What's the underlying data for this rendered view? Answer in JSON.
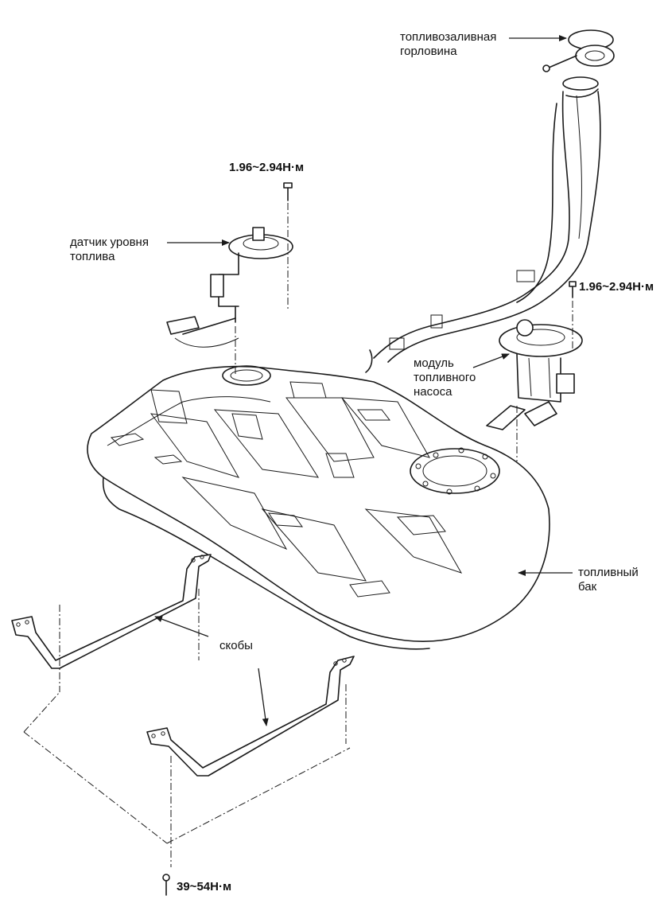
{
  "labels": {
    "filler_neck": [
      "топливозаливная",
      "горловина"
    ],
    "level_sensor": [
      "датчик уровня",
      "топлива"
    ],
    "pump_module": [
      "модуль",
      "топливного",
      "насоса"
    ],
    "fuel_tank": [
      "топливный",
      "бак"
    ],
    "brackets": "скобы"
  },
  "torques": {
    "level_sensor_bolt": "1.96~2.94Н·м",
    "pump_module_bolt": "1.96~2.94Н·м",
    "bracket_bolt": "39~54Н·м"
  }
}
